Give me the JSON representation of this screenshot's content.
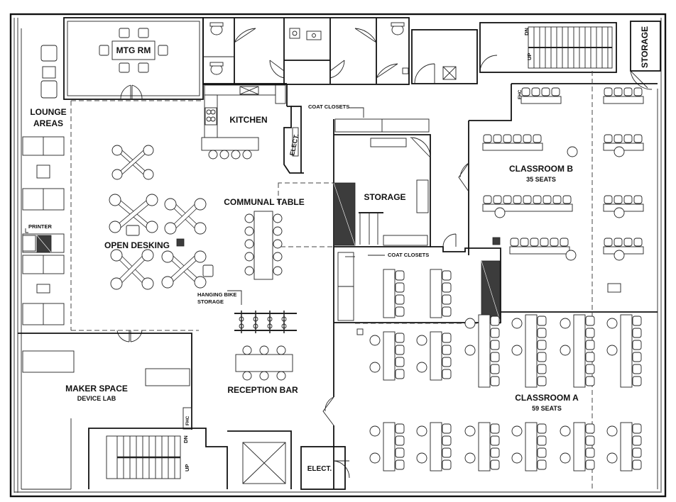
{
  "labels": {
    "mtg_rm": "MTG RM",
    "lounge_areas_1": "LOUNGE",
    "lounge_areas_2": "AREAS",
    "kitchen": "KITCHEN",
    "elect_top": "ELECT.",
    "coat_closets_top": "COAT CLOSETS",
    "storage_mid": "STORAGE",
    "communal_table": "COMMUNAL TABLE",
    "open_desking": "OPEN DESKING",
    "printer": "PRINTER",
    "coat_closets_mid": "COAT CLOSETS",
    "hanging_bike_1": "HANGING BIKE",
    "hanging_bike_2": "STORAGE",
    "reception_bar": "RECEPTION BAR",
    "maker_space": "MAKER SPACE",
    "device_lab": "DEVICE LAB",
    "classroom_b": "CLASSROOM B",
    "classroom_b_seats": "35 SEATS",
    "classroom_a": "CLASSROOM A",
    "classroom_a_seats": "59 SEATS",
    "storage_corner": "STORAGE",
    "elect_bottom": "ELECT.",
    "fhc_top": "FHC",
    "fhc_bottom": "FHC",
    "stair_up_top": "UP",
    "stair_dn_top": "DN",
    "stair_up_bottom": "UP",
    "stair_dn_bottom": "DN"
  }
}
